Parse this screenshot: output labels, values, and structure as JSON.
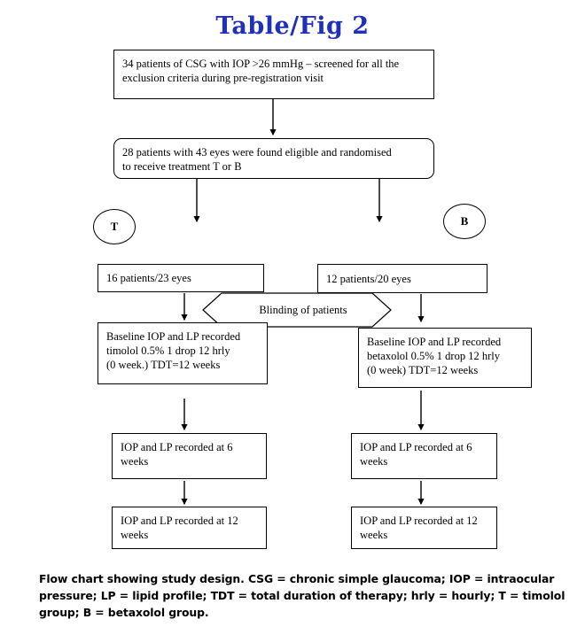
{
  "figure": {
    "title": "Table/Fig 2",
    "title_color": "#2030b8",
    "line_color": "#000000",
    "background": "#ffffff"
  },
  "nodes": {
    "screening": {
      "text": "34 patients of CSG with IOP >26 mmHg – screened for all the\nexclusion criteria during pre-registration visit"
    },
    "randomisation": {
      "text": "28 patients with 43 eyes were found eligible and randomised\nto receive treatment T or B"
    },
    "group_t_marker": {
      "text": "T"
    },
    "group_b_marker": {
      "text": "B"
    },
    "arm_t_count": {
      "text": "16 patients/23 eyes"
    },
    "arm_b_count": {
      "text": "12 patients/20 eyes"
    },
    "blinding": {
      "text": "Blinding of patients"
    },
    "baseline_t": {
      "text": "Baseline IOP and LP recorded\ntimolol 0.5% 1 drop 12 hrly\n(0 week.) TDT=12 weeks"
    },
    "baseline_b": {
      "text": "Baseline IOP and LP recorded\nbetaxolol 0.5% 1 drop 12 hrly\n(0 week) TDT=12 weeks"
    },
    "week6_t": {
      "text": "IOP and LP recorded at 6\nweeks"
    },
    "week6_b": {
      "text": "IOP and LP recorded at 6\nweeks"
    },
    "week12_t": {
      "text": "IOP and LP recorded at 12\nweeks"
    },
    "week12_b": {
      "text": "IOP and LP recorded at 12\nweeks"
    }
  },
  "caption": {
    "text": "Flow chart showing study design. CSG = chronic simple glaucoma; IOP = intraocular pressure; LP = lipid profile; TDT = total duration of therapy; hrly = hourly; T = timolol group; B = betaxolol group."
  }
}
